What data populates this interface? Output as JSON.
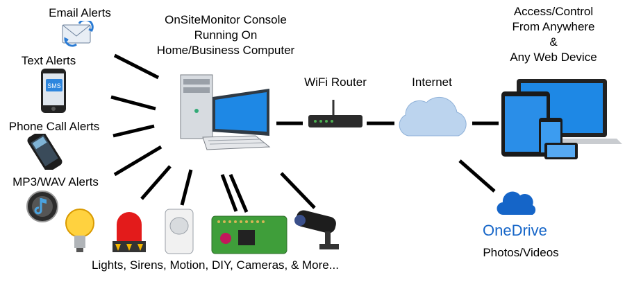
{
  "console_label": [
    "OnSiteMonitor Console",
    "Running On",
    "Home/Business  Computer"
  ],
  "alerts": {
    "email": "Email Alerts",
    "text": "Text Alerts",
    "sms_badge": "SMS",
    "phone": "Phone Call Alerts",
    "mp3": "MP3/WAV Alerts"
  },
  "router_label": "WiFi Router",
  "internet_label": "Internet",
  "remote_label": [
    "Access/Control",
    "From Anywhere",
    "&",
    "Any Web Device"
  ],
  "onedrive": {
    "brand": "OneDrive",
    "caption": "Photos/Videos"
  },
  "devices_label": "Lights, Sirens, Motion, DIY, Cameras, & More...",
  "colors": {
    "onedrive_blue": "#1565c8",
    "cloud": "#bcd4ee",
    "screen": "#1e88e5"
  }
}
